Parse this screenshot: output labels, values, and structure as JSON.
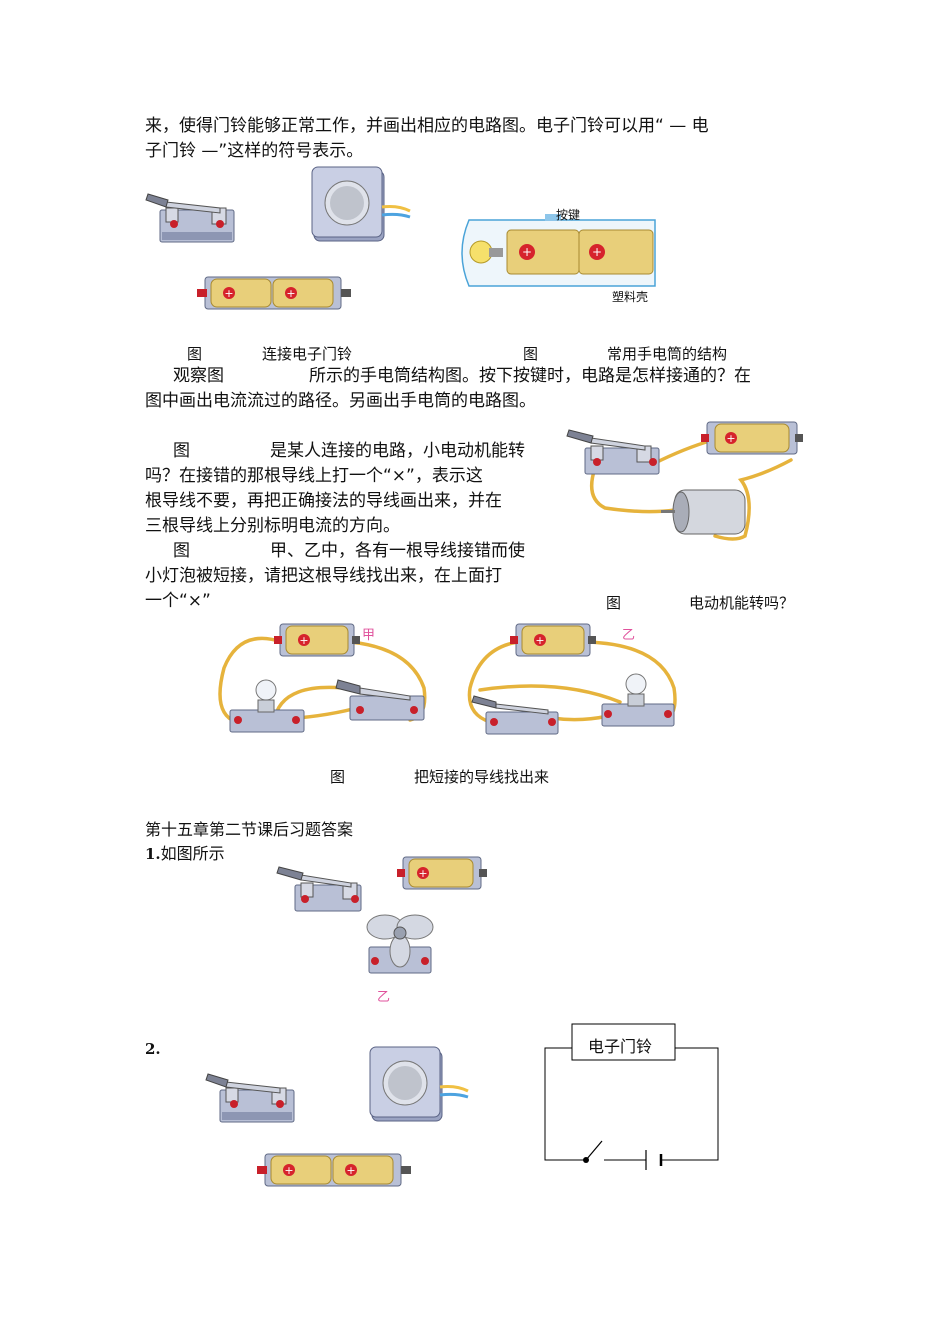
{
  "intro": {
    "line1": "来，使得门铃能够正常工作，并画出相应的电路图。电子门铃可以用“ — 电",
    "line2": "子门铃 —”这样的符号表示。"
  },
  "flashlight_labels": {
    "button": "按键",
    "shell": "塑料壳"
  },
  "captions_row1": {
    "fig_a_word": "图",
    "fig_a_title": "连接电子门铃",
    "fig_b_word": "图",
    "fig_b_title": "常用手电筒的结构"
  },
  "observe": {
    "line1_a": "观察图",
    "line1_b": "所示的手电筒结构图。按下按键时，电路是怎样接通的？在",
    "line2": "图中画出电流流过的路径。另画出手电筒的电路图。"
  },
  "motor_q": {
    "line1_a": "图",
    "line1_b": "是某人连接的电路，小电动机能转",
    "line2": "吗？在接错的那根导线上打一个“×”，表示这",
    "line3": "根导线不要，再把正确接法的导线画出来，并在",
    "line4": "三根导线上分别标明电流的方向。"
  },
  "short_q": {
    "line1_a": "图",
    "line1_b": "甲、乙中，各有一根导线接错而使",
    "line2": "小灯泡被短接，请把这根导线找出来，在上面打",
    "line3": "一个“×”"
  },
  "motor_caption": {
    "fig_word": "图",
    "title": "电动机能转吗？"
  },
  "circuit_labels": {
    "jia": "甲",
    "yi": "乙",
    "yi_answer": "乙"
  },
  "short_caption": {
    "fig_word": "图",
    "title": "把短接的导线找出来"
  },
  "answers": {
    "heading": "第十五章第二节课后习题答案",
    "q1_num": "1.",
    "q1_text": "如图所示",
    "q2_num": "2.",
    "doorbell_box_label": "电子门铃"
  },
  "colors": {
    "wire": "#e6b33c",
    "battery": "#e8cf7a",
    "terminal": "#c8202a",
    "label_pink": "#e0529c"
  }
}
